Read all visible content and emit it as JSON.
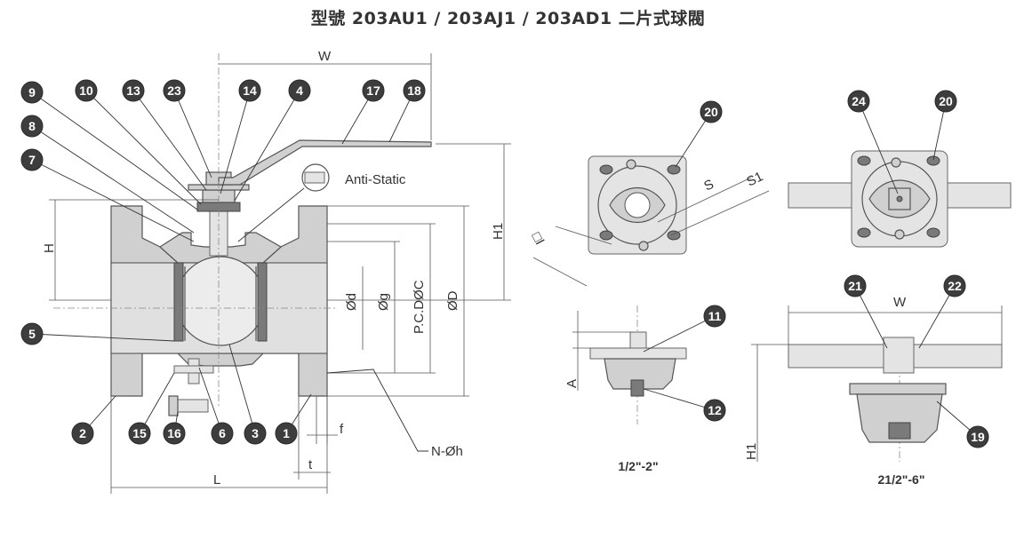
{
  "title": "型號 203AU1 / 203AJ1 / 203AD1 二片式球閥",
  "balloons": {
    "b9": "9",
    "b10": "10",
    "b13": "13",
    "b23": "23",
    "b14": "14",
    "b4": "4",
    "b17": "17",
    "b18": "18",
    "b8": "8",
    "b7": "7",
    "b5": "5",
    "b2": "2",
    "b15": "15",
    "b16": "16",
    "b6": "6",
    "b3": "3",
    "b1": "1",
    "b20a": "20",
    "b24": "24",
    "b20b": "20",
    "b11": "11",
    "b12": "12",
    "b21": "21",
    "b22": "22",
    "b19": "19"
  },
  "labels": {
    "anti_static": "Anti-Static",
    "w_main": "W",
    "h": "H",
    "h1_main": "H1",
    "d_small": "Ød",
    "g": "Øg",
    "pcd": "P.C.DØC",
    "d_big": "ØD",
    "nh": "N-Øh",
    "f": "f",
    "t": "t",
    "l": "L",
    "s": "S",
    "s1": "S1",
    "square": "□I",
    "a": "A",
    "w_side": "W",
    "h1_side": "H1",
    "caption_small": "1/2\"-2\"",
    "caption_large": "21/2\"-6\""
  }
}
